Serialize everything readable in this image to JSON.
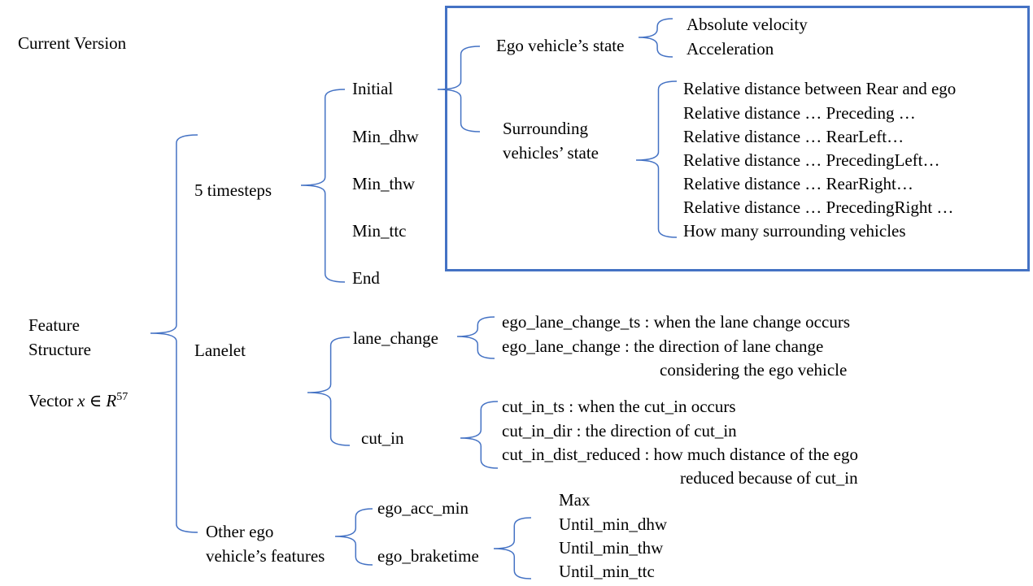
{
  "colors": {
    "brace": "#4472C4",
    "box": "#4472C4",
    "text": "#000000"
  },
  "title": "Current Version",
  "root": {
    "line1": "Feature",
    "line2": "Structure",
    "vector_prefix": "Vector ",
    "vector_math": "x ∈ R",
    "vector_exp": "57"
  },
  "level1": {
    "timesteps": "5 timesteps",
    "lanelet": "Lanelet",
    "other_line1": "Other ego",
    "other_line2": "vehicle’s features"
  },
  "timesteps": [
    "Initial",
    "Min_dhw",
    "Min_thw",
    "Min_ttc",
    "End"
  ],
  "initial_state": {
    "ego_label": "Ego vehicle’s state",
    "ego_items": [
      "Absolute velocity",
      "Acceleration"
    ],
    "surround_line1": "Surrounding",
    "surround_line2": "vehicles’ state",
    "surround_items": [
      "Relative distance between Rear and ego",
      "Relative distance … Preceding …",
      "Relative distance … RearLeft…",
      "Relative distance … PrecedingLeft…",
      "Relative distance … RearRight…",
      "Relative distance … PrecedingRight …",
      "How many surrounding vehicles"
    ]
  },
  "lanelet": {
    "lane_change_label": "lane_change",
    "lane_change_items": [
      "ego_lane_change_ts : when the lane change occurs",
      "ego_lane_change :  the direction of lane change",
      "considering the ego vehicle"
    ],
    "cut_in_label": "cut_in",
    "cut_in_items": [
      "cut_in_ts : when the cut_in occurs",
      "cut_in_dir : the direction of cut_in",
      "cut_in_dist_reduced : how much distance of the ego",
      "reduced because of cut_in"
    ]
  },
  "other": {
    "acc_label": "ego_acc_min",
    "brake_label": "ego_braketime",
    "brake_items": [
      "Max",
      "Until_min_dhw",
      "Until_min_thw",
      "Until_min_ttc"
    ]
  }
}
